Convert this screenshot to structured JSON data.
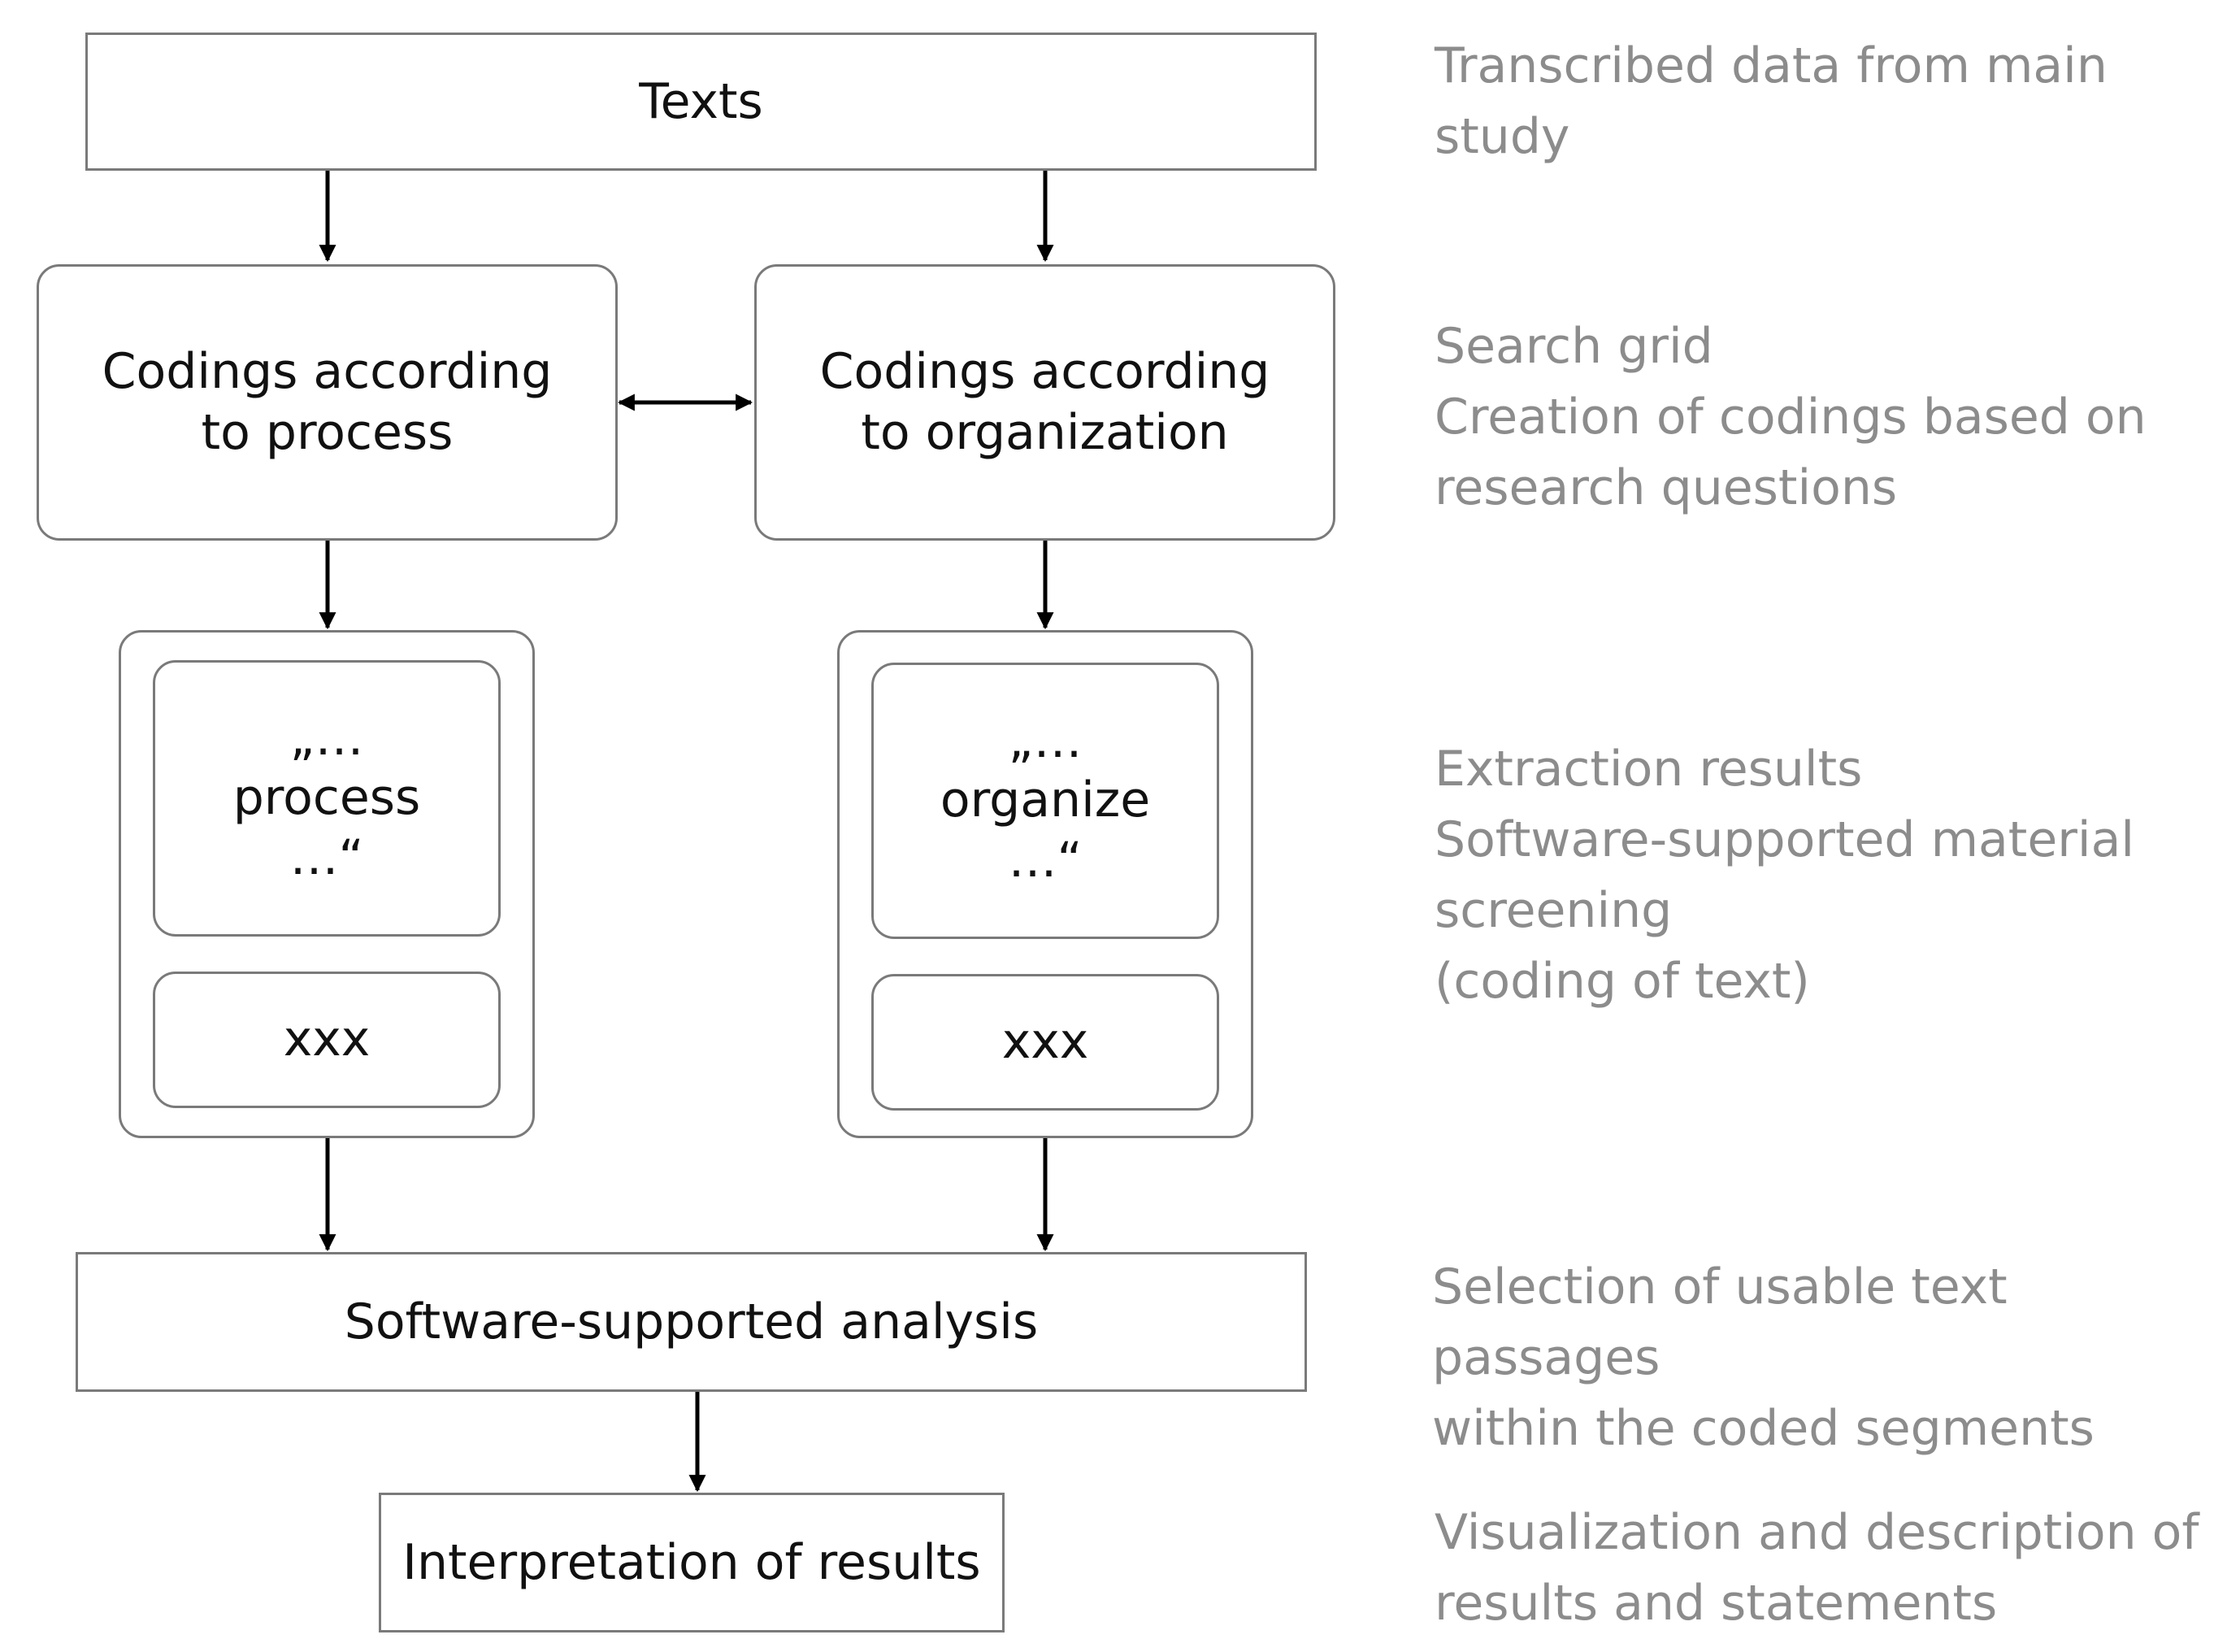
{
  "boxes": {
    "texts": "Texts",
    "codings_process": "Codings according to process",
    "codings_organization": "Codings according to organization",
    "extract_process": "„…\nprocess\n…“",
    "extract_process_xxx": "xxx",
    "extract_organize": "„…\norganize\n…“",
    "extract_organize_xxx": "xxx",
    "software_analysis": "Software-supported analysis",
    "interpretation": "Interpretation of results"
  },
  "notes": {
    "texts": "Transcribed data from main\nstudy",
    "search_grid": "Search grid\nCreation of codings based on\nresearch questions",
    "extraction": "Extraction results\nSoftware-supported material\nscreening\n(coding of text)",
    "selection": "Selection of usable text passages\nwithin the coded segments",
    "visualization": "Visualization and description of\nresults and statements"
  },
  "colors": {
    "box_border": "#7a7a7a",
    "arrow": "#000000",
    "note_text": "#8c8c8c"
  }
}
